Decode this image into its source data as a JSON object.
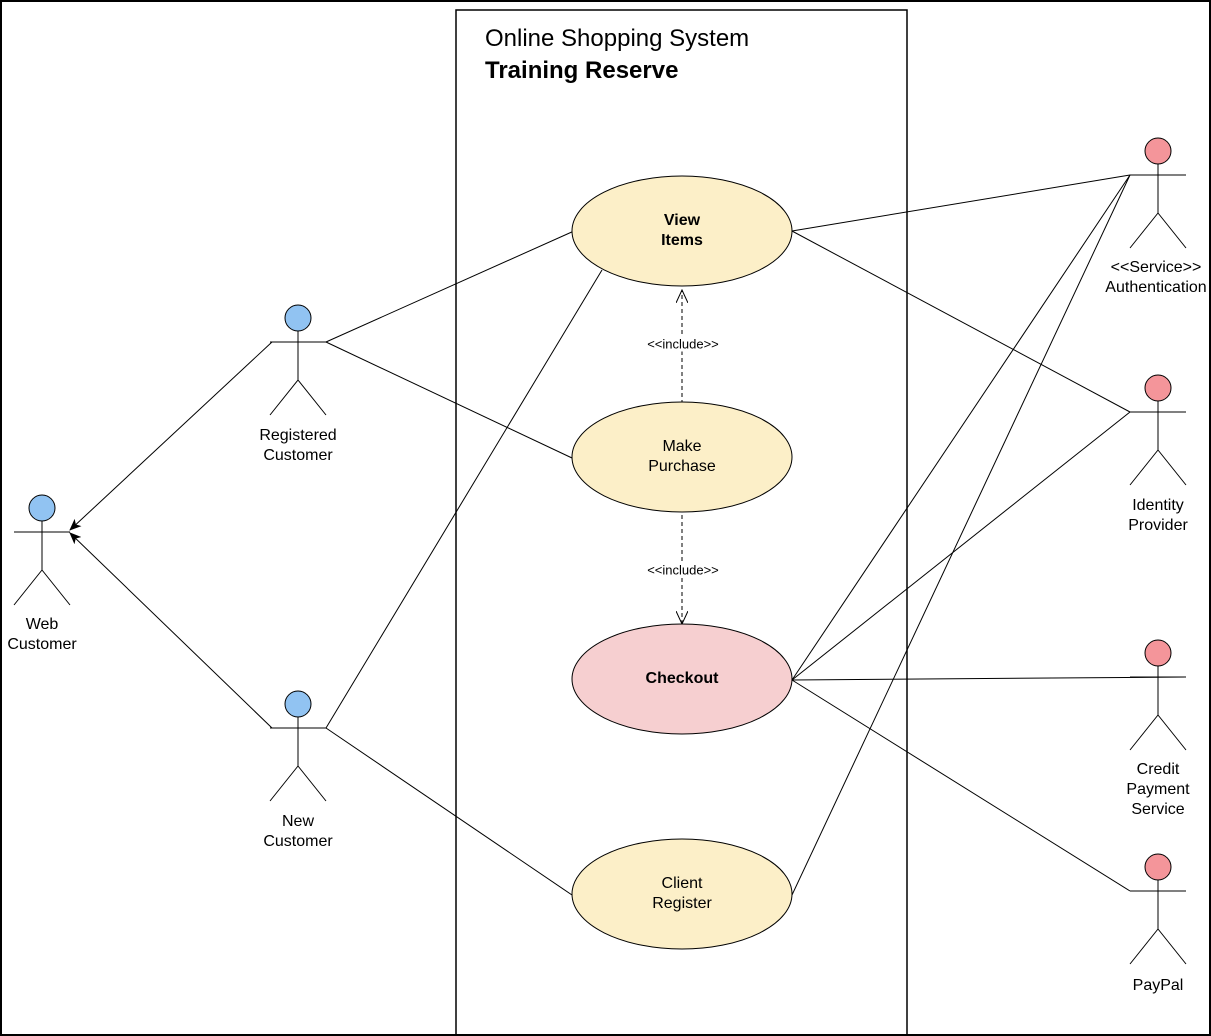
{
  "diagram": {
    "title": "Online Shopping System",
    "subtitle": "Training Reserve",
    "colors": {
      "line": "#000000",
      "customer_actor_fill": "#91c3f2",
      "service_actor_fill": "#f4959a",
      "use_case_fill": "#fcefc8",
      "checkout_fill": "#f6cfd0"
    },
    "use_cases": {
      "view_items": "View\nItems",
      "make_purchase": "Make\nPurchase",
      "checkout": "Checkout",
      "client_register": "Client\nRegister"
    },
    "actors": {
      "web_customer": "Web\nCustomer",
      "registered_customer": "Registered\nCustomer",
      "new_customer": "New\nCustomer",
      "authentication": "<<Service>>\nAuthentication",
      "identity_provider": "Identity\nProvider",
      "credit_payment_service": "Credit\nPayment\nService",
      "paypal": "PayPal"
    },
    "relations": {
      "include_view_items": "<<include>>",
      "include_checkout": "<<include>>"
    }
  }
}
